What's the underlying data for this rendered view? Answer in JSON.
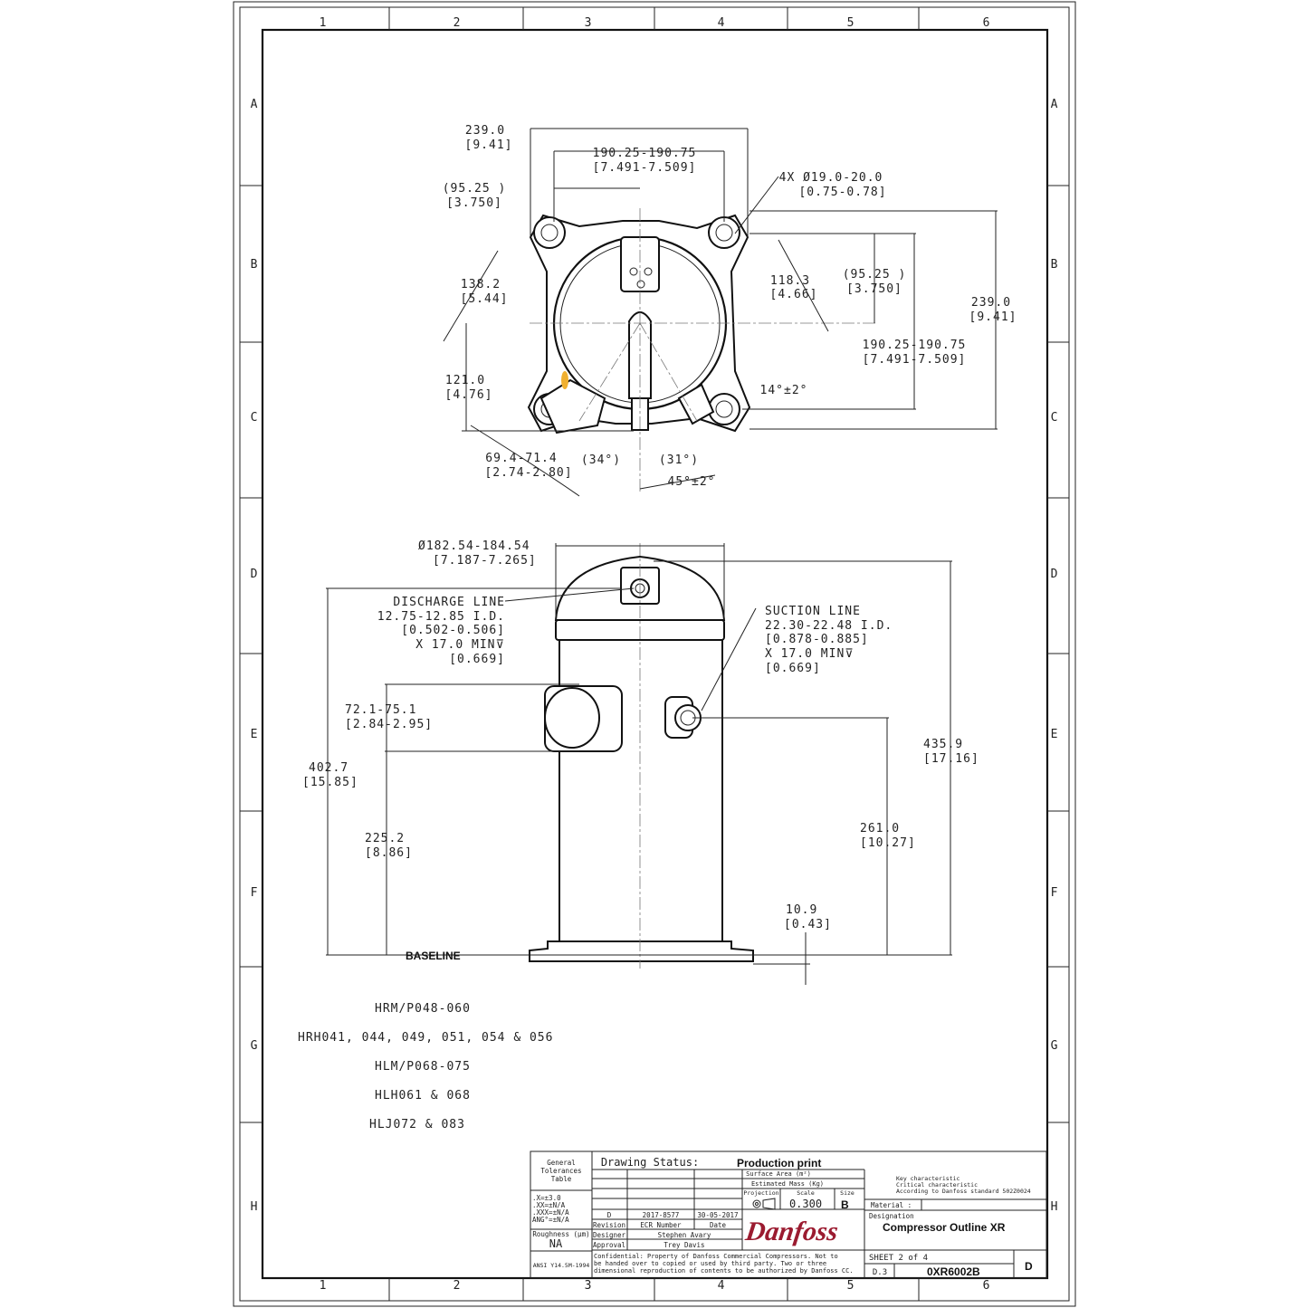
{
  "zones": {
    "cols": [
      "1",
      "2",
      "3",
      "4",
      "5",
      "6"
    ],
    "rows": [
      "A",
      "B",
      "C",
      "D",
      "E",
      "F",
      "G",
      "H"
    ]
  },
  "top_view": {
    "d1": [
      "239.0",
      "[9.41]"
    ],
    "d2": [
      "190.25-190.75",
      "[7.491-7.509]"
    ],
    "d3": [
      "(95.25  )",
      "[3.750]"
    ],
    "d4": [
      "4X Ø19.0-20.0",
      "[0.75-0.78]"
    ],
    "d5": [
      "138.2",
      "[5.44]"
    ],
    "d6": [
      "118.3",
      "[4.66]"
    ],
    "d7": [
      "(95.25  )",
      "[3.750]"
    ],
    "d8": [
      "239.0",
      "[9.41]"
    ],
    "d9": [
      "190.25-190.75",
      "[7.491-7.509]"
    ],
    "d10": [
      "121.0",
      "[4.76]"
    ],
    "d11": [
      "14°±2°"
    ],
    "d12": [
      "69.4-71.4",
      "[2.74-2.80]"
    ],
    "d13": [
      "(34°)"
    ],
    "d14": [
      "(31°)"
    ],
    "d15": [
      "45°±2°"
    ]
  },
  "side_view": {
    "shell_dia": [
      "Ø182.54-184.54",
      "[7.187-7.265]"
    ],
    "discharge": [
      "DISCHARGE LINE",
      "12.75-12.85 I.D.",
      "[0.502-0.506]",
      "X 17.0 MIN⊽",
      "[0.669]"
    ],
    "suction": [
      "SUCTION LINE",
      "22.30-22.48 I.D.",
      "[0.878-0.885]",
      "X 17.0 MIN⊽",
      "[0.669]"
    ],
    "d_721": [
      "72.1-75.1",
      "[2.84-2.95]"
    ],
    "d_4027": [
      "402.7",
      "[15.85]"
    ],
    "d_2252": [
      "225.2",
      "[8.86]"
    ],
    "d_4359": [
      "435.9",
      "[17.16]"
    ],
    "d_261": [
      "261.0",
      "[10.27]"
    ],
    "d_109": [
      "10.9",
      "[0.43]"
    ],
    "baseline": "BASELINE"
  },
  "models": [
    "HRM/P048-060",
    "HRH041, 044, 049, 051, 054 & 056",
    "HLM/P068-075",
    "HLH061 & 068",
    "HLJ072 & 083"
  ],
  "title_block": {
    "tolerances_title": [
      "General",
      "Tolerances",
      "Table"
    ],
    "tolerances": [
      ".X=±3.0",
      ".XX=±N/A",
      ".XXX=±N/A",
      "ANG°=±N/A"
    ],
    "roughness_label": "Roughness (µm)",
    "roughness_value": "NA",
    "standard": "ANSI Y14.5M-1994",
    "drawing_status_label": "Drawing Status:",
    "drawing_status": "Production print",
    "surface_area": "Surface Area (m²)",
    "estimated_mass": "Estimated Mass (Kg)",
    "projection": "Projection",
    "scale_label": "Scale",
    "scale_value": "0.300",
    "size_label": "Size",
    "size_value": "B",
    "revision": "D",
    "ecr_number": "2017-8577",
    "date": "30-05-2017",
    "revision_label": "Revision",
    "ecr_label": "ECR Number",
    "date_label": "Date",
    "designer_label": "Designer",
    "designer": "Stephen Avary",
    "approval_label": "Approval",
    "approval": "Trey Davis",
    "logo": "Danfoss",
    "brand_color": "#9b1b30",
    "key_char": "Key characteristic",
    "crit_char": "Critical characteristic",
    "standard_note": "According to Danfoss standard 502Z0024",
    "material_label": "Material :",
    "designation_label": "Designation",
    "designation": "Compressor Outline XR",
    "confidential": [
      "Confidential: Property of Danfoss Commercial Compressors. Not to",
      "be handed over to copied or used by third party. Two or three",
      "dimensional reproduction of contents to be authorized by Danfoss CC."
    ],
    "sheet": "SHEET 2 of 4",
    "sheet_ref": "D.3",
    "drawing_number": "0XR6002B",
    "rev_letter": "D"
  }
}
